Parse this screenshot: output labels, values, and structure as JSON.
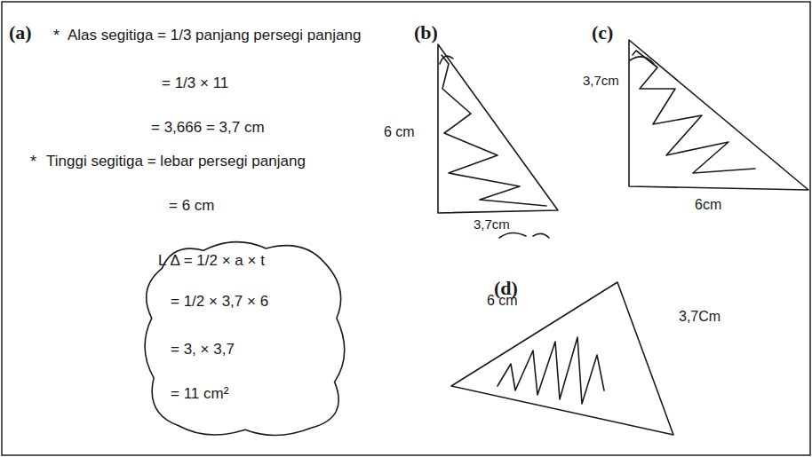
{
  "diagram": {
    "nodes": [
      {
        "text": [
          "L Δ = 1/2 × a × t",
          "= 1/2 × 3,7 × 6",
          "= 3, × 3,7",
          "= 11 cm²"
        ]
      }
    ],
    "labels": [
      "(a)",
      "*",
      "Alas segitiga = 1/3 panjang persegi panjang",
      "= 1/3 × 11",
      "= 3,666 = 3,7 cm",
      "*",
      "Tinggi segitiga = lebar persegi panjang",
      "= 6 cm",
      "(b)",
      "6 cm",
      "3,7cm",
      "(c)",
      "3,7cm",
      "6cm",
      "(d)",
      "6 cm",
      "3,7Cm"
    ]
  }
}
